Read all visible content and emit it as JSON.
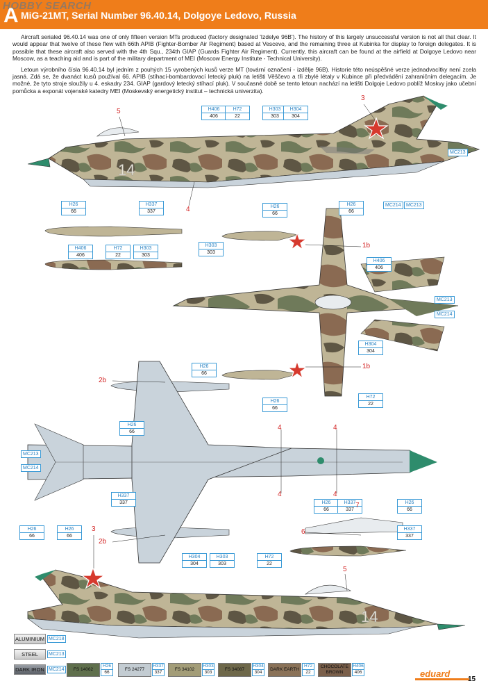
{
  "header": {
    "letter": "A",
    "title": "MiG-21MT, Serial Number 96.40.14, Dolgoye Ledovo, Russia",
    "watermark": "HOBBY SEARCH"
  },
  "intro": {
    "english": "Aircraft serialed 96.40.14 was one of only fifteen version MTs produced (factory designated 'Izdelye 96B'). The history of this largely unsuccessful version is not all that clear. It would appear that twelve of these flew with 66th APIB (Fighter-Bomber Air Regiment) based at Vescevo, and the remaining three at Kubinka for display to foreign delegates. It is possible that these aircraft also served with the 4th Squ., 234th GIAP (Guards Fighter Air Regiment). Currently, this aircraft can be found at the airfield at Dolgoye Ledovo near Moscow, as a teaching aid and is part of the military department of MEI (Moscow Energy Institute - Technical University).",
    "czech": "Letoun výrobního čísla 96.40.14 byl jedním z pouhých 15 vyrobených kusů verze MT (tovární označení - izdělje 96B). Historie této neúspěšné verze jednadvacítky není zcela jasná. Zdá se, že dvanáct kusů používal 66. APIB (stíhací-bombardovací letecký pluk) na letišti Věščevo a tři zbylé létaly v Kubince při předvádění zahraničním delegacím. Je možné, že tyto stroje sloužily u 4. eskadry 234. GIAP (gardový letecký stíhací pluk). V současné době se tento letoun nachází na letišti Dolgoje Ledovo poblíž Moskvy jako učební pomůcka a exponát vojenské katedry MEI (Moskevský energetický institut – technická univerzita)."
  },
  "aircraft": {
    "side_number": "14"
  },
  "colors": {
    "camo_light": "#bfb596",
    "camo_green": "#6f7a5a",
    "camo_brown": "#8a6a52",
    "camo_dark": "#5e5644",
    "underside": "#c9d3db",
    "nose_green": "#2e8c6c",
    "star_red": "#d63a2e",
    "accent": "#ef7d1a",
    "callout_blue": "#2680c2"
  },
  "callouts": [
    {
      "id": "c1",
      "code": "H406",
      "num": "406"
    },
    {
      "id": "c2",
      "code": "H72",
      "num": "22"
    },
    {
      "id": "c3",
      "code": "H303",
      "num": "303"
    },
    {
      "id": "c4",
      "code": "H304",
      "num": "304"
    },
    {
      "id": "c5",
      "code": "H26",
      "num": "66"
    },
    {
      "id": "c6",
      "code": "H337",
      "num": "337"
    },
    {
      "id": "c7",
      "code": "H26",
      "num": "66"
    },
    {
      "id": "c8",
      "code": "H26",
      "num": "66"
    },
    {
      "id": "c9",
      "code": "H406",
      "num": "406"
    },
    {
      "id": "c10",
      "code": "H72",
      "num": "22"
    },
    {
      "id": "c11",
      "code": "H303",
      "num": "303"
    },
    {
      "id": "c12",
      "code": "H303",
      "num": "303"
    },
    {
      "id": "c13",
      "code": "H406",
      "num": "406"
    },
    {
      "id": "c14",
      "code": "H304",
      "num": "304"
    },
    {
      "id": "c15",
      "code": "H26",
      "num": "66"
    },
    {
      "id": "c16",
      "code": "H72",
      "num": "22"
    },
    {
      "id": "c17",
      "code": "H26",
      "num": "66"
    },
    {
      "id": "c18",
      "code": "H26",
      "num": "66"
    },
    {
      "id": "c19",
      "code": "H337",
      "num": "337"
    },
    {
      "id": "c20",
      "code": "H26",
      "num": "66"
    },
    {
      "id": "c21",
      "code": "H337",
      "num": "337"
    },
    {
      "id": "c22",
      "code": "H26",
      "num": "66"
    },
    {
      "id": "c23",
      "code": "H337",
      "num": "337"
    },
    {
      "id": "c24",
      "code": "H26",
      "num": "66"
    },
    {
      "id": "c25",
      "code": "H26",
      "num": "66"
    },
    {
      "id": "c26",
      "code": "H304",
      "num": "304"
    },
    {
      "id": "c27",
      "code": "H303",
      "num": "303"
    },
    {
      "id": "c28",
      "code": "H72",
      "num": "22"
    }
  ],
  "mc_labels": [
    "MC213",
    "MC214",
    "MC213",
    "MC213",
    "MC214",
    "MC213",
    "MC214"
  ],
  "position_numbers": [
    "5",
    "3",
    "4",
    "1b",
    "1b",
    "2b",
    "4",
    "4",
    "4",
    "4",
    "7",
    "6",
    "2b",
    "3",
    "5"
  ],
  "legend": {
    "metals": [
      {
        "label": "ALUMINIUM",
        "code": "MC218"
      },
      {
        "label": "STEEL",
        "code": "MC213"
      },
      {
        "label": "DARK IRON",
        "code": "MC214"
      }
    ],
    "swatches": [
      {
        "label": "FS 14062",
        "code": "H26",
        "num": "66",
        "color": "#5f6f4c"
      },
      {
        "label": "FS 24277",
        "code": "H337",
        "num": "337",
        "color": "#c3ccd2"
      },
      {
        "label": "FS 34102",
        "code": "H303",
        "num": "303",
        "color": "#a39d78"
      },
      {
        "label": "FS 34087",
        "code": "H304",
        "num": "304",
        "color": "#6e684a"
      },
      {
        "label": "DARK EARTH",
        "code": "H72",
        "num": "22",
        "color": "#8a7258"
      },
      {
        "label": "CHOCOLATE BROWN",
        "code": "H406",
        "num": "406",
        "color": "#7a5f4a"
      }
    ]
  },
  "footer": {
    "brand": "eduard",
    "page": "15"
  }
}
